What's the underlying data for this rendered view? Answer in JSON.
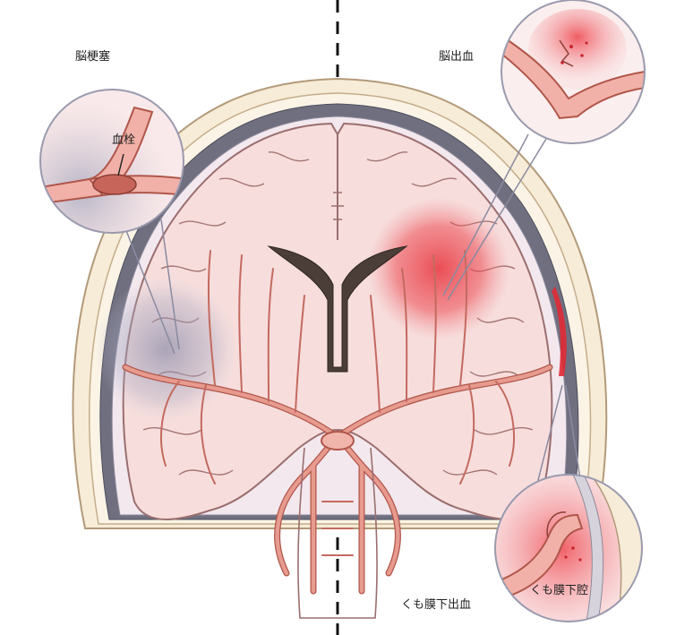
{
  "labels": {
    "cerebral_infarction": "脳梗塞",
    "thrombus": "血栓",
    "cerebral_hemorrhage": "脳出血",
    "subarachnoid_hemorrhage": "くも膜下出血",
    "subarachnoid_space": "くも膜下腔"
  },
  "colors": {
    "background": "#ffffff",
    "skull": "#f7ecd7",
    "skull_outline": "#b39a7a",
    "dura": "#6f6f80",
    "brain": "#f7dedd",
    "brain_outline": "#9a6e6e",
    "vessel": "#e79a8e",
    "vessel_outline": "#b0564a",
    "ventricle": "#4b3e38",
    "hemorrhage": "#e8343d",
    "ischemia": "#8a8ba8",
    "midline": "#111111"
  },
  "icons": {
    "zoom_infarction": "magnified-vessel-with-thrombus",
    "zoom_hemorrhage": "magnified-ruptured-vessel",
    "zoom_subarachnoid": "magnified-aneurysm-rupture"
  }
}
